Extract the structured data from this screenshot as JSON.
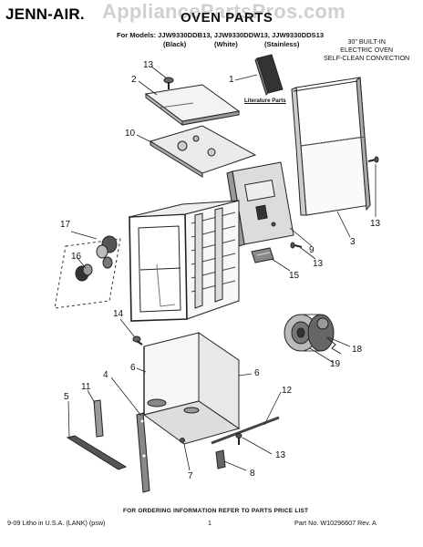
{
  "header": {
    "brand": "JENN-AIR.",
    "watermark": "AppliancePartsPros.com",
    "title": "OVEN PARTS",
    "models_line": "For Models: JJW9330DDB13, JJW9330DDW13, JJW9330DDS13",
    "variants": [
      "(Black)",
      "(White)",
      "(Stainless)"
    ],
    "description": [
      "30\" BUILT-IN",
      "ELECTRIC OVEN",
      "SELF-CLEAN CONVECTION"
    ]
  },
  "literature_label": "Literature Parts",
  "callouts": [
    "13",
    "2",
    "1",
    "10",
    "3",
    "13",
    "9",
    "13",
    "15",
    "17",
    "16",
    "14",
    "4",
    "6",
    "6",
    "11",
    "5",
    "12",
    "13",
    "7",
    "8",
    "18",
    "19"
  ],
  "footer": {
    "order_note": "FOR ORDERING INFORMATION REFER TO PARTS PRICE LIST",
    "left": "9-09 Litho in U.S.A. (LANK) (psw)",
    "page": "1",
    "right": "Part No. W10296607 Rev. A"
  }
}
